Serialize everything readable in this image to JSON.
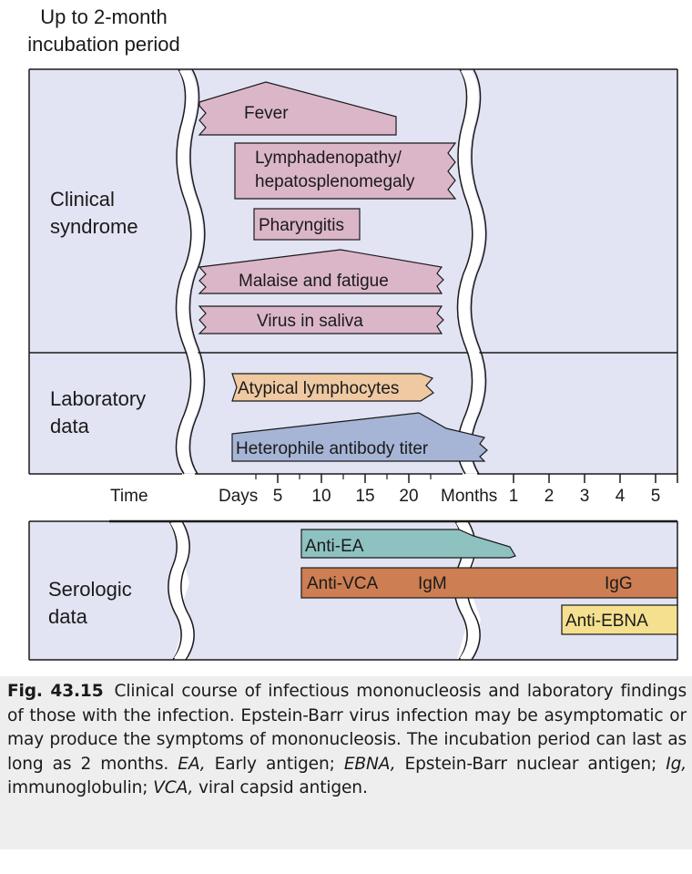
{
  "header": {
    "line1": "Up to 2-month",
    "line2": "incubation period"
  },
  "sections": {
    "clinical": {
      "line1": "Clinical",
      "line2": "syndrome"
    },
    "laboratory": {
      "line1": "Laboratory",
      "line2": "data"
    },
    "serologic": {
      "line1": "Serologic",
      "line2": "data"
    }
  },
  "bars": {
    "fever": "Fever",
    "lymph_line1": "Lymphadenopathy/",
    "lymph_line2": "hepatosplenomegaly",
    "pharyngitis": "Pharyngitis",
    "malaise": "Malaise and fatigue",
    "saliva": "Virus in saliva",
    "atypical": "Atypical lymphocytes",
    "heterophile": "Heterophile antibody titer",
    "anti_ea": "Anti-EA",
    "anti_vca": "Anti-VCA",
    "igm": "IgM",
    "igg": "IgG",
    "anti_ebna": "Anti-EBNA"
  },
  "axis": {
    "time_label": "Time",
    "days_label": "Days",
    "day_ticks": [
      "5",
      "10",
      "15",
      "20"
    ],
    "months_label": "Months",
    "month_ticks": [
      "1",
      "2",
      "3",
      "4",
      "5"
    ]
  },
  "caption": {
    "fig_num": "Fig. 43.15",
    "t1": "Clinical course of infectious mononucleosis and laboratory findings of those with the infection. Epstein-Barr virus infection may be asymptomatic or may produce the symptoms of mononucleosis. The incubation period can last as long as 2 months. ",
    "ea_abbr": "EA,",
    "ea_def": " Early antigen; ",
    "ebna_abbr": "EBNA,",
    "ebna_def": " Epstein-Barr nuclear antigen; ",
    "ig_abbr": "Ig,",
    "ig_def": " immunoglobulin; ",
    "vca_abbr": "VCA,",
    "vca_def": " viral capsid antigen."
  },
  "colors": {
    "panel": "#e2e3f3",
    "clinical_bar": "#dbb6c9",
    "atypical_bar": "#efc9a2",
    "heterophile_bar": "#a6b5d5",
    "anti_ea_bar": "#8ec2c0",
    "anti_vca_bar": "#cd7e52",
    "anti_ebna_bar": "#f4e08e"
  }
}
